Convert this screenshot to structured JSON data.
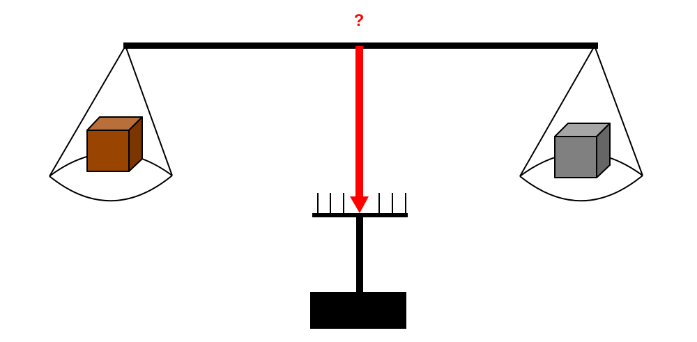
{
  "question_mark": "?",
  "colors": {
    "beam": "#000000",
    "pointer": "#ff0000",
    "question_mark": "#ff0000",
    "left_cube_front": "#994400",
    "left_cube_top": "#b86f3a",
    "left_cube_side": "#7a3600",
    "right_cube_front": "#808080",
    "right_cube_top": "#a6a6a6",
    "right_cube_side": "#666666",
    "base": "#000000"
  },
  "icons": {
    "left_object": "brown-cube",
    "right_object": "gray-cube",
    "pointer": "down-arrow"
  }
}
